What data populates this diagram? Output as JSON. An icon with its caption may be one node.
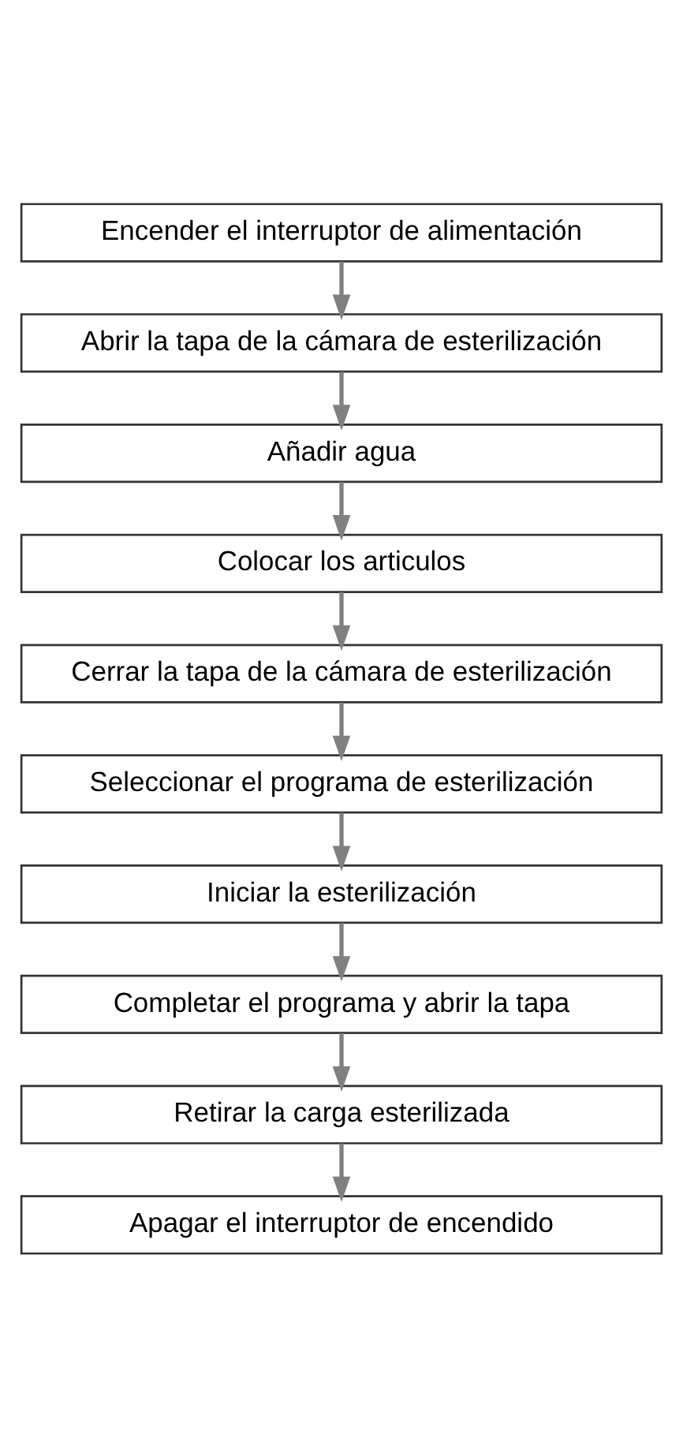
{
  "diagram": {
    "nodes": [
      {
        "text": [
          "Encender el interruptor de alimentación"
        ]
      },
      {
        "text": [
          "Abrir la tapa de la cámara de esterilización"
        ]
      },
      {
        "text": [
          "Añadir agua"
        ]
      },
      {
        "text": [
          "Colocar los articulos"
        ]
      },
      {
        "text": [
          "Cerrar la tapa de la cámara de esterilización"
        ]
      },
      {
        "text": [
          "Seleccionar el programa de esterilización"
        ]
      },
      {
        "text": [
          "Iniciar la esterilización"
        ]
      },
      {
        "text": [
          "Completar el programa y abrir la tapa"
        ]
      },
      {
        "text": [
          "Retirar la carga esterilizada"
        ]
      },
      {
        "text": [
          "Apagar el interruptor de encendido"
        ]
      }
    ],
    "edges": [
      {
        "from": 0,
        "to": 1,
        "arrow": "to"
      },
      {
        "from": 1,
        "to": 2,
        "arrow": "to"
      },
      {
        "from": 2,
        "to": 3,
        "arrow": "to"
      },
      {
        "from": 3,
        "to": 4,
        "arrow": "to"
      },
      {
        "from": 4,
        "to": 5,
        "arrow": "to"
      },
      {
        "from": 5,
        "to": 6,
        "arrow": "to"
      },
      {
        "from": 6,
        "to": 7,
        "arrow": "to"
      },
      {
        "from": 7,
        "to": 8,
        "arrow": "to"
      },
      {
        "from": 8,
        "to": 9,
        "arrow": "to"
      }
    ]
  }
}
